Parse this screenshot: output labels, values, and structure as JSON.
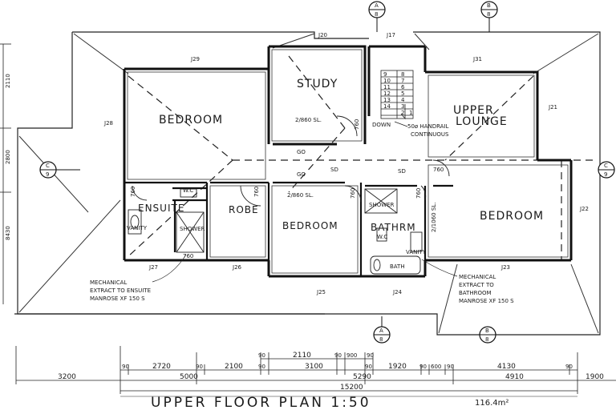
{
  "title": {
    "main": "UPPER FLOOR PLAN 1:50",
    "area": "116.4m²"
  },
  "rooms": {
    "bedroom1": "BEDROOM",
    "study": "STUDY",
    "upper_lounge_1": "UPPER",
    "upper_lounge_2": "LOUNGE",
    "ensuite": "ENSUITE",
    "robe": "ROBE",
    "bedroom2": "BEDROOM",
    "bathroom": "BATHRM",
    "bedroom3": "BEDROOM"
  },
  "fixtures": {
    "wc1": "W.C",
    "vanity1": "VANITY",
    "shower1": "SHOWER",
    "shower2": "SHOWER",
    "wc2": "W.C",
    "vanity2": "VANITY",
    "bath": "BATH"
  },
  "beams": {
    "j20": "J20",
    "j17": "J17",
    "j29": "J29",
    "j31": "J31",
    "j21": "J21",
    "j28": "J28",
    "j22": "J22",
    "j27": "J27",
    "j26": "J26",
    "j23": "J23",
    "j25": "J25",
    "j24": "J24"
  },
  "door_labels": {
    "d1": "760",
    "d2": "760",
    "d3": "760",
    "d4": "760",
    "d5": "760",
    "d6": "760",
    "d7": "760",
    "sd1": "SD",
    "sd2": "SD",
    "go1": "GO",
    "go2": "GO"
  },
  "sliding_doors": {
    "study": "2/860 SL.",
    "bedroom2": "2/860 SL.",
    "bedroom3": "2/1060 SL."
  },
  "stair": {
    "steps": [
      "9",
      "8",
      "7",
      "6",
      "5",
      "4",
      "3",
      "2",
      "1",
      "10",
      "11",
      "12",
      "13",
      "14"
    ],
    "down": "DOWN",
    "handrail_1": "50ø HANDRAIL",
    "handrail_2": "CONTINUOUS"
  },
  "section_markers": {
    "a_top": "A",
    "a_top_sheet": "8",
    "b_top": "B",
    "b_top_sheet": "8",
    "c_left": "C",
    "c_left_sheet": "9",
    "c_right": "C",
    "c_right_sheet": "9",
    "a_bottom": "A",
    "a_bottom_sheet": "8",
    "b_bottom": "B",
    "b_bottom_sheet": "8"
  },
  "notes": {
    "ensuite_1": "MECHANICAL",
    "ensuite_2": "EXTRACT TO ENSUITE",
    "ensuite_3": "MANROSE XF 150 S",
    "bath_1": "MECHANICAL",
    "bath_2": "EXTRACT TO",
    "bath_3": "BATHROOM",
    "bath_4": "MANROSE XF 150 S"
  },
  "left_dims": [
    "2800",
    "8430",
    "2110"
  ],
  "dimensions": {
    "row1": [
      "90",
      "2110",
      "90",
      "900",
      "90"
    ],
    "row2": [
      "90",
      "2720",
      "90",
      "2100",
      "90",
      "3100",
      "90",
      "1920",
      "90",
      "600",
      "90",
      "4130",
      "90"
    ],
    "row3": [
      "3200",
      "5000",
      "5290",
      "4910",
      "1900"
    ],
    "total": "15200"
  }
}
